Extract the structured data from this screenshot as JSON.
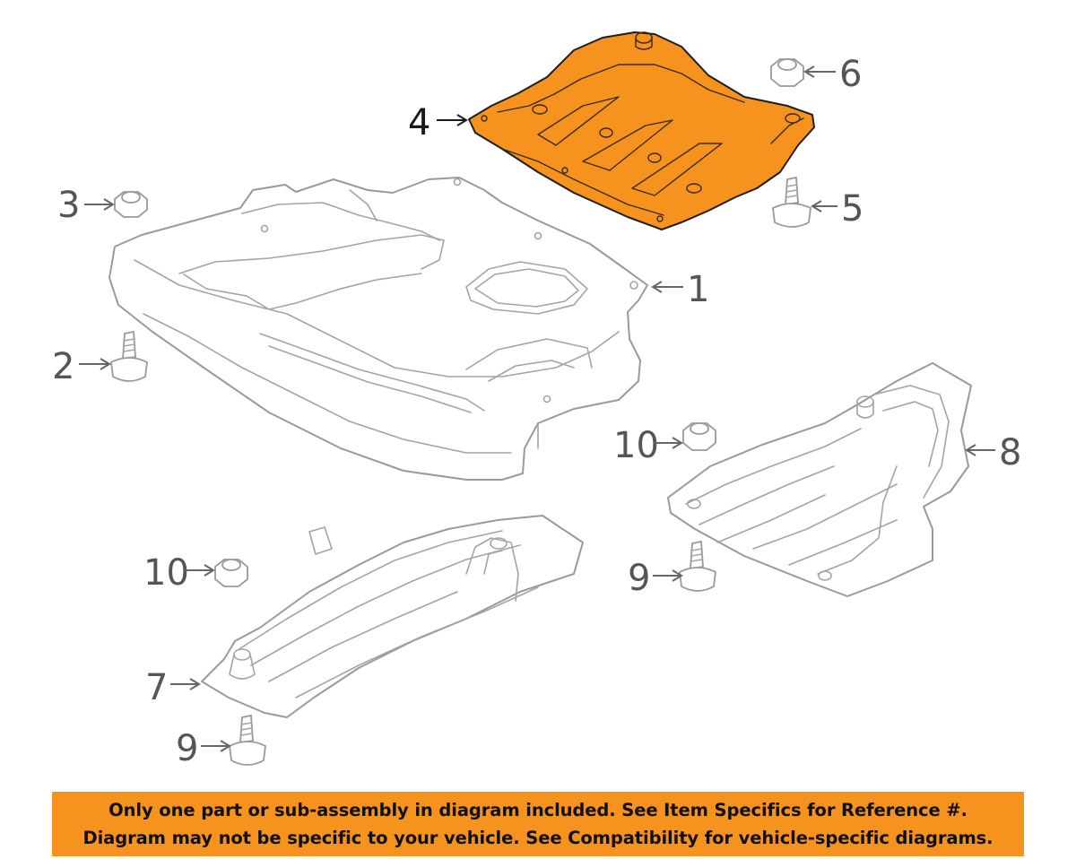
{
  "diagram": {
    "highlight_color": "#f6921e",
    "selected_callout": "4",
    "callouts": {
      "c1": "1",
      "c2": "2",
      "c3": "3",
      "c4": "4",
      "c5": "5",
      "c6": "6",
      "c7": "7",
      "c8": "8",
      "c9a": "9",
      "c9b": "9",
      "c10a": "10",
      "c10b": "10"
    }
  },
  "notice": {
    "line1": "Only one part or sub-assembly in diagram included. See Item Specifics for Reference #.",
    "line2": "Diagram may not be specific to your vehicle. See Compatibility for vehicle-specific diagrams.",
    "background": "#f6921e"
  }
}
